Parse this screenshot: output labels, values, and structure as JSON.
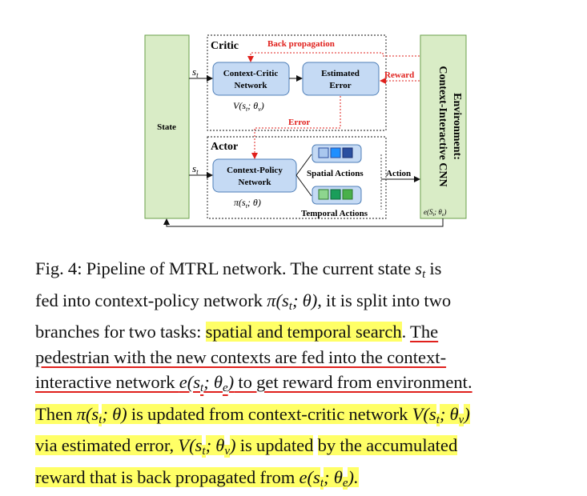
{
  "figure": {
    "state_label": "State",
    "critic_label": "Critic",
    "actor_label": "Actor",
    "back_propagation": "Back propagation",
    "error_label": "Error",
    "reward_label": "Reward",
    "action_label": "Action",
    "s_t_top": "s",
    "s_t_top_sub": "t",
    "s_t_bottom": "s",
    "s_t_bottom_sub": "t",
    "context_critic_line1": "Context-Critic",
    "context_critic_line2": "Network",
    "critic_formula": "V(s_t; θ_v)",
    "estimated_error_line1": "Estimated",
    "estimated_error_line2": "Error",
    "context_policy_line1": "Context-Policy",
    "context_policy_line2": "Network",
    "policy_formula": "π(s_t; θ)",
    "spatial_actions": "Spatial Actions",
    "temporal_actions": "Temporal Actions",
    "environment_line1": "Environment:",
    "environment_line2": "Context-Interactive CNN",
    "environment_formula": "e(S_t; θ_e)",
    "colors": {
      "network_fill": "#c5daf4",
      "network_stroke": "#4f7fb8",
      "panel_fill": "#d9ecc6",
      "panel_stroke": "#6a9f4a",
      "dashed_red": "#e0201c",
      "spatial_squares": [
        "#6a9bd9",
        "#1f8fff",
        "#2a4fa0"
      ],
      "temporal_squares": [
        "#4ab04a",
        "#1a9e5a",
        "#7fd07f"
      ]
    }
  },
  "caption": {
    "lines": [
      [
        {
          "text": "Fig. 4: Pipeline of MTRL network. The current state ",
          "style": ""
        },
        {
          "text": "s",
          "style": "math"
        },
        {
          "text": "t",
          "style": "sub"
        },
        {
          "text": " is",
          "style": ""
        }
      ],
      [
        {
          "text": "fed into context-policy network ",
          "style": ""
        },
        {
          "text": "π(s",
          "style": "math"
        },
        {
          "text": "t",
          "style": "sub"
        },
        {
          "text": "; θ)",
          "style": "math"
        },
        {
          "text": ", it is split into two",
          "style": ""
        }
      ],
      [
        {
          "text": "branches for two tasks: ",
          "style": ""
        },
        {
          "text": "spatial and temporal search",
          "style": "hl"
        },
        {
          "text": ". ",
          "style": ""
        },
        {
          "text": "The",
          "style": "ul"
        }
      ],
      [
        {
          "text": "pedestrian with the new contexts are fed into the context-",
          "style": "ul"
        }
      ],
      [
        {
          "text": "interactive network ",
          "style": "ul"
        },
        {
          "text": "e(s",
          "style": "ul math"
        },
        {
          "text": "t",
          "style": "ul sub"
        },
        {
          "text": "; θ",
          "style": "ul math"
        },
        {
          "text": "e",
          "style": "ul sub"
        },
        {
          "text": ")",
          "style": "ul math"
        },
        {
          "text": " to get reward from environment.",
          "style": "ul"
        }
      ],
      [
        {
          "text": "Then ",
          "style": "hl"
        },
        {
          "text": "π(s",
          "style": "hl math"
        },
        {
          "text": "t",
          "style": "hl sub"
        },
        {
          "text": "; θ)",
          "style": "hl math"
        },
        {
          "text": " is updated from context-critic network ",
          "style": "hl"
        },
        {
          "text": "V(s",
          "style": "hl math"
        },
        {
          "text": "t",
          "style": "hl sub"
        },
        {
          "text": "; θ",
          "style": "hl math"
        },
        {
          "text": "v",
          "style": "hl sub"
        },
        {
          "text": ")",
          "style": "hl math"
        }
      ],
      [
        {
          "text": "via estimated error, ",
          "style": "hl"
        },
        {
          "text": "V(s",
          "style": "hl math"
        },
        {
          "text": "t",
          "style": "hl sub"
        },
        {
          "text": "; θ",
          "style": "hl math"
        },
        {
          "text": "v",
          "style": "hl sub"
        },
        {
          "text": ")",
          "style": "hl math"
        },
        {
          "text": " is updated",
          "style": "hl"
        },
        {
          "text": " ",
          "style": ""
        },
        {
          "text": "by the accumulated",
          "style": "hl"
        }
      ],
      [
        {
          "text": "reward that is back propagated from ",
          "style": "hl"
        },
        {
          "text": "e(s",
          "style": "hl math"
        },
        {
          "text": "t",
          "style": "hl sub"
        },
        {
          "text": "; θ",
          "style": "hl math"
        },
        {
          "text": "e",
          "style": "hl sub"
        },
        {
          "text": ").",
          "style": "hl math"
        }
      ]
    ]
  }
}
